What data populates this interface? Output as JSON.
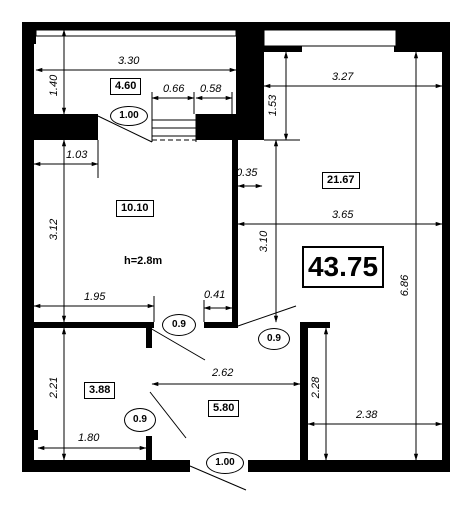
{
  "rooms": {
    "room_a": "4.60",
    "room_b": "10.10",
    "room_c": "21.67",
    "room_d": "3.88",
    "room_e": "5.80"
  },
  "total_area": "43.75",
  "ceiling_height": "h=2.8m",
  "door_tags": {
    "d1": "1.00",
    "d2": "0.9",
    "d3": "0.9",
    "d4": "0.9",
    "d5": "1.00"
  },
  "dimensions": {
    "top_width": "3.30",
    "top_height": "1.40",
    "small_w1": "0.66",
    "small_w2": "0.58",
    "right_width": "3.27",
    "right_upper_height": "1.53",
    "mid_width": "1.03",
    "mid_small": "0.35",
    "left_height": "3.12",
    "right_mid_width": "3.65",
    "right_mid_height": "3.10",
    "right_total_height": "6.86",
    "left_width": "1.95",
    "small_gap": "0.41",
    "lower_height": "2.21",
    "corridor_width": "2.62",
    "bath_height": "2.28",
    "bath_width": "2.38",
    "bottom_width": "1.80"
  }
}
